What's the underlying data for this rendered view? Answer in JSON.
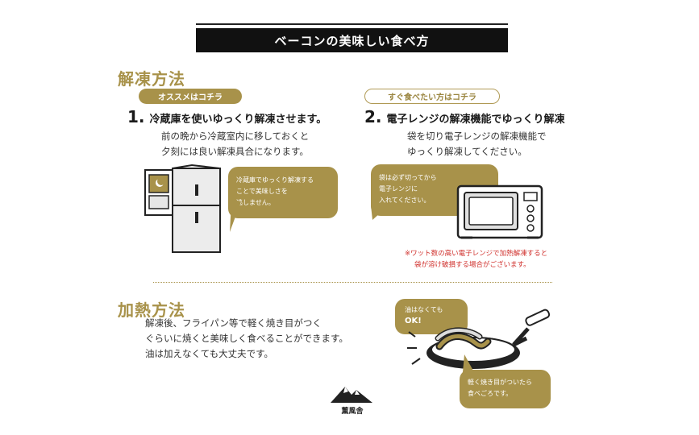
{
  "header": {
    "title": "ベーコンの美味しい食べ方"
  },
  "thaw": {
    "title": "解凍方法",
    "recommended_badge": "オススメはコチラ",
    "quick_badge": "すぐ食べたい方はコチラ",
    "method1": {
      "num": "1.",
      "title": "冷蔵庫を使いゆっくり解凍させます。",
      "line1": "前の晩から冷蔵室内に移しておくと",
      "line2": "夕刻には良い解凍具合になります。",
      "bubble_line1": "冷蔵庫でゆっくり解凍する",
      "bubble_line2": "ことで美味しさを",
      "bubble_line3": "逃しません。"
    },
    "method2": {
      "num": "2.",
      "title": "電子レンジの解凍機能でゆっくり解凍",
      "line1": "袋を切り電子レンジの解凍機能で",
      "line2": "ゆっくり解凍してください。",
      "bubble_line1": "袋は必ず切ってから",
      "bubble_line2": "電子レンジに",
      "bubble_line3": "入れてください。",
      "note_line1": "※ワット数の高い電子レンジで加熱解凍すると",
      "note_line2": "袋が溶け破損する場合がございます。"
    }
  },
  "heat": {
    "title": "加熱方法",
    "line1": "解凍後、フライパン等で軽く焼き目がつく",
    "line2": "ぐらいに焼くと美味しく食べることができます。",
    "line3": "油は加えなくても大丈夫です。",
    "bubble_oil_line1": "油はなくても",
    "bubble_oil_line2": "OK!",
    "bubble_done_line1": "軽く焼き目がついたら",
    "bubble_done_line2": "食べごろです。"
  },
  "brand": {
    "name": "薫風舎"
  },
  "colors": {
    "accent": "#a8924a",
    "dark": "#111111",
    "warning": "#d0312d"
  }
}
